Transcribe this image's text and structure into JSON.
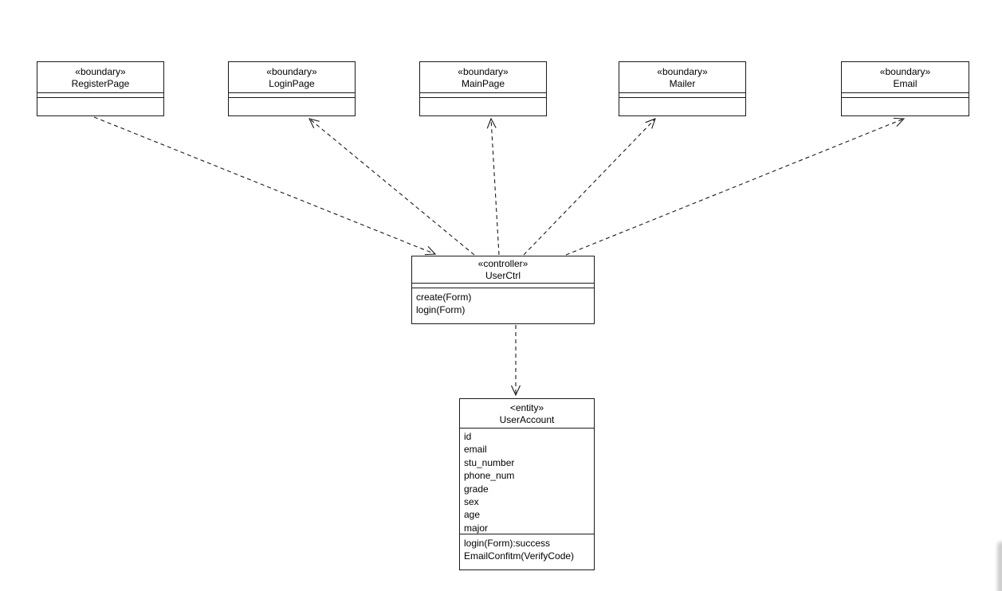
{
  "diagram": {
    "kind": "uml-class-diagram",
    "classes": [
      {
        "id": "registerpage",
        "stereotype": "«boundary»",
        "name": "RegisterPage",
        "attributes": [],
        "methods": []
      },
      {
        "id": "loginpage",
        "stereotype": "«boundary»",
        "name": "LoginPage",
        "attributes": [],
        "methods": []
      },
      {
        "id": "mainpage",
        "stereotype": "«boundary»",
        "name": "MainPage",
        "attributes": [],
        "methods": []
      },
      {
        "id": "mailer",
        "stereotype": "«boundary»",
        "name": "Mailer",
        "attributes": [],
        "methods": []
      },
      {
        "id": "email",
        "stereotype": "«boundary»",
        "name": "Email",
        "attributes": [],
        "methods": []
      },
      {
        "id": "userctrl",
        "stereotype": "«controller»",
        "name": "UserCtrl",
        "attributes": [],
        "methods": [
          "create(Form)",
          "login(Form)"
        ]
      },
      {
        "id": "useraccount",
        "stereotype": "<entity»",
        "name": "UserAccount",
        "attributes": [
          "id",
          "email",
          "stu_number",
          "phone_num",
          "grade",
          "sex",
          "age",
          "major"
        ],
        "methods": [
          "login(Form):success",
          "EmailConfitm(VerifyCode)"
        ]
      }
    ],
    "connectors": [
      {
        "type": "dependency-dashed-open-arrow",
        "from": "RegisterPage",
        "to": "UserCtrl"
      },
      {
        "type": "dependency-dashed-open-arrow",
        "from": "UserCtrl",
        "to": "LoginPage"
      },
      {
        "type": "dependency-dashed-open-arrow",
        "from": "UserCtrl",
        "to": "MainPage"
      },
      {
        "type": "dependency-dashed-open-arrow",
        "from": "UserCtrl",
        "to": "Mailer"
      },
      {
        "type": "dependency-dashed-open-arrow",
        "from": "UserCtrl",
        "to": "Email"
      },
      {
        "type": "dependency-dashed-open-arrow",
        "from": "UserCtrl",
        "to": "UserAccount"
      }
    ],
    "colors": {
      "line": "#1a1a1a",
      "box_fill": "#ffffff",
      "text": "#000000",
      "background": "#ffffff",
      "scrollbar": "#bfbfbf"
    }
  }
}
